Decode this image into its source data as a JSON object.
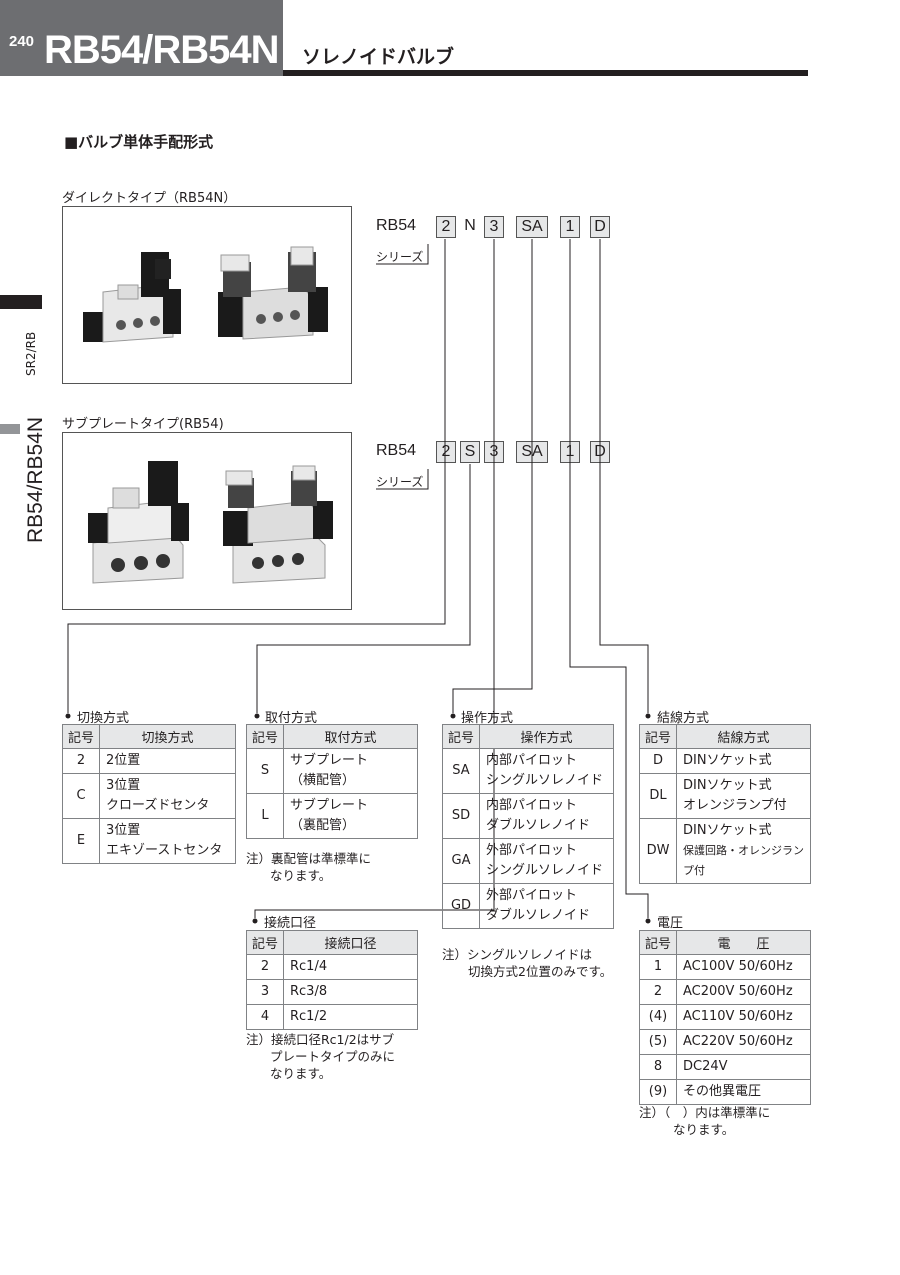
{
  "header": {
    "page_number": "240",
    "model": "RB54/RB54N",
    "subtitle": "ソレノイドバルブ"
  },
  "side_tab": {
    "small": "SR2/RB",
    "big": "RB54/RB54N"
  },
  "section_title": "■バルブ単体手配形式",
  "direct": {
    "caption": "ダイレクトタイプ（RB54N）",
    "code": [
      "RB54",
      "2",
      "N",
      "3",
      "SA",
      "1",
      "D"
    ],
    "series_label": "シリーズ"
  },
  "subplate": {
    "caption": "サブプレートタイプ(RB54)",
    "code": [
      "RB54",
      "2",
      "S",
      "3",
      "SA",
      "1",
      "D"
    ],
    "series_label": "シリーズ"
  },
  "switching": {
    "title": "切換方式",
    "headers": [
      "記号",
      "切換方式"
    ],
    "rows": [
      {
        "code": "2",
        "line1": "2位置",
        "line2": ""
      },
      {
        "code": "C",
        "line1": "3位置",
        "line2": "クローズドセンタ"
      },
      {
        "code": "E",
        "line1": "3位置",
        "line2": "エキゾーストセンタ"
      }
    ]
  },
  "mounting": {
    "title": "取付方式",
    "headers": [
      "記号",
      "取付方式"
    ],
    "rows": [
      {
        "code": "S",
        "line1": "サブプレート",
        "line2": "（横配管）"
      },
      {
        "code": "L",
        "line1": "サブプレート",
        "line2": "（裏配管）"
      }
    ],
    "note_line1": "注）裏配管は準標準に",
    "note_line2": "なります。"
  },
  "operation": {
    "title": "操作方式",
    "headers": [
      "記号",
      "操作方式"
    ],
    "rows": [
      {
        "code": "SA",
        "line1": "内部パイロット",
        "line2": "シングルソレノイド"
      },
      {
        "code": "SD",
        "line1": "内部パイロット",
        "line2": "ダブルソレノイド"
      },
      {
        "code": "GA",
        "line1": "外部パイロット",
        "line2": "シングルソレノイド"
      },
      {
        "code": "GD",
        "line1": "外部パイロット",
        "line2": "ダブルソレノイド"
      }
    ],
    "note_line1": "注）シングルソレノイドは",
    "note_line2": "切換方式2位置のみです。"
  },
  "wiring": {
    "title": "結線方式",
    "headers": [
      "記号",
      "結線方式"
    ],
    "rows": [
      {
        "code": "D",
        "line1": "DINソケット式",
        "line2": ""
      },
      {
        "code": "DL",
        "line1": "DINソケット式",
        "line2": "オレンジランプ付"
      },
      {
        "code": "DW",
        "line1": "DINソケット式",
        "line2": "保護回路・オレンジランプ付"
      }
    ]
  },
  "port": {
    "title": "接続口径",
    "headers": [
      "記号",
      "接続口径"
    ],
    "rows": [
      {
        "code": "2",
        "value": "Rc1/4"
      },
      {
        "code": "3",
        "value": "Rc3/8"
      },
      {
        "code": "4",
        "value": "Rc1/2"
      }
    ],
    "note_line1": "注）接続口径Rc1/2はサブ",
    "note_line2": "プレートタイプのみに",
    "note_line3": "なります。"
  },
  "voltage": {
    "title": "電圧",
    "headers": [
      "記号",
      "電　　圧"
    ],
    "rows": [
      {
        "code": "1",
        "value": "AC100V 50/60Hz"
      },
      {
        "code": "2",
        "value": "AC200V 50/60Hz"
      },
      {
        "code": "(4)",
        "value": "AC110V 50/60Hz"
      },
      {
        "code": "(5)",
        "value": "AC220V 50/60Hz"
      },
      {
        "code": "8",
        "value": "DC24V"
      },
      {
        "code": "(9)",
        "value": "その他異電圧"
      }
    ],
    "note_line1": "注）（　）内は準標準に",
    "note_line2": "なります。"
  }
}
